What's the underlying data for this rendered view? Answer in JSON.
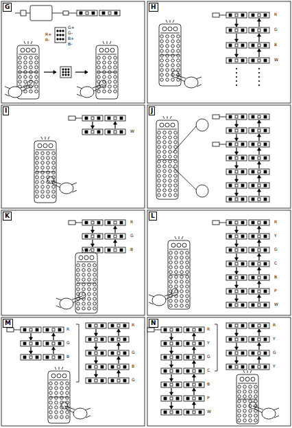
{
  "diagram": {
    "nodes": [
      {
        "text": [
          "G"
        ]
      },
      {
        "text": [
          "H"
        ]
      },
      {
        "text": [
          "I"
        ]
      },
      {
        "text": [
          "J"
        ]
      },
      {
        "text": [
          "K"
        ]
      },
      {
        "text": [
          "L"
        ]
      },
      {
        "text": [
          "M"
        ]
      },
      {
        "text": [
          "N"
        ]
      }
    ],
    "labels": [
      "G+",
      "G-",
      "R+",
      "R-",
      "B+",
      "B-",
      "R",
      "G",
      "B",
      "W",
      "W",
      "R",
      "G",
      "B",
      "R",
      "Y",
      "G",
      "C",
      "B",
      "P",
      "W",
      "R",
      "G",
      "B",
      "R",
      "G",
      "B",
      "G",
      "R",
      "Y",
      "G",
      "C",
      "B",
      "P",
      "W",
      "R",
      "Y",
      "G",
      "Y"
    ]
  }
}
